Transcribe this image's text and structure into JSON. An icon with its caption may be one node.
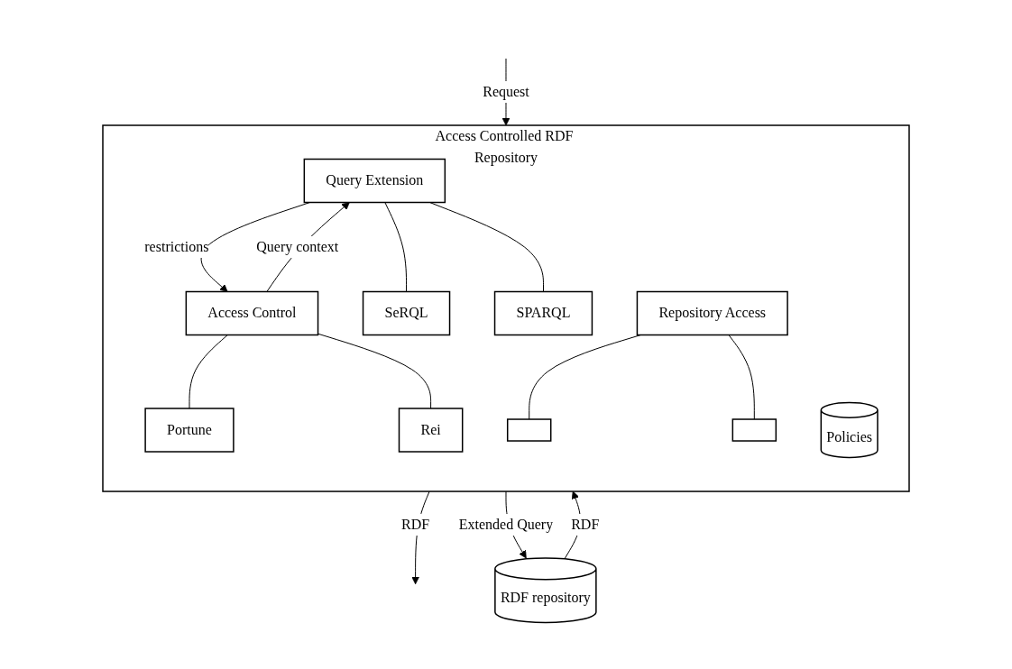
{
  "diagram": {
    "nodes": [
      {
        "text": [
          "Access Controlled RDF Repository"
        ]
      },
      {
        "text": [
          "Query Extension"
        ],
        "in": 0
      },
      {
        "text": [
          "SeRQL"
        ],
        "in": 0
      },
      {
        "text": [
          "SPARQL"
        ],
        "in": 0
      },
      {
        "text": [
          "Access Control"
        ],
        "in": 0
      },
      {
        "text": [
          "Portune"
        ],
        "in": 0
      },
      {
        "text": [
          "Rei"
        ],
        "in": 0
      },
      {
        "text": [
          "Repository Access"
        ],
        "in": 0
      },
      {
        "text": [],
        "shape": "box",
        "in": 0
      },
      {
        "text": [],
        "shape": "box",
        "in": 0
      },
      {
        "text": [
          "Policies"
        ],
        "in": 0
      },
      {
        "text": [
          "RDF repository"
        ]
      }
    ],
    "edges": [
      {
        "from": 0,
        "to": null,
        "arrow": "to",
        "label": "RDF"
      },
      {
        "from": null,
        "to": 0,
        "arrow": "to",
        "label": "Request"
      },
      {
        "from": 4,
        "to": 1,
        "arrow": "to",
        "label": "Query context"
      },
      {
        "from": 1,
        "to": 4,
        "arrow": "to",
        "label": "restrictions"
      },
      {
        "from": 1,
        "to": 2,
        "arrow": "none"
      },
      {
        "from": 1,
        "to": 3,
        "arrow": "none"
      },
      {
        "from": 4,
        "to": 5,
        "arrow": "none"
      },
      {
        "from": 4,
        "to": 6,
        "arrow": "none"
      },
      {
        "from": 7,
        "to": 8,
        "arrow": "none"
      },
      {
        "from": 7,
        "to": 9,
        "arrow": "none"
      },
      {
        "from": 11,
        "to": 0,
        "arrow": "to",
        "label": "RDF"
      },
      {
        "from": 0,
        "to": 11,
        "arrow": "to",
        "label": "Extended Query"
      }
    ]
  }
}
